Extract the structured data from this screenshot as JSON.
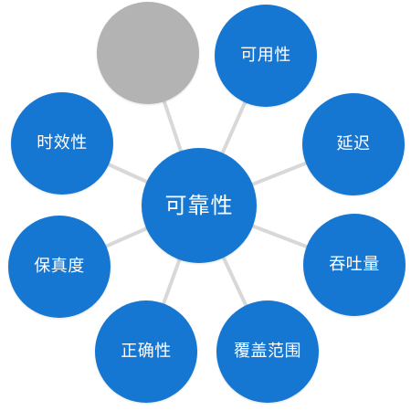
{
  "center": {
    "label": "可靠性",
    "color": "#1677d2"
  },
  "colors": {
    "node": "#1677d2",
    "empty_node": "#b3b3b3",
    "connector": "#d8d8d8"
  },
  "satellites": [
    {
      "id": "empty",
      "label": ""
    },
    {
      "id": "availability",
      "label": "可用性"
    },
    {
      "id": "latency",
      "label": "延迟"
    },
    {
      "id": "throughput",
      "label": "吞吐量"
    },
    {
      "id": "coverage",
      "label": "覆盖范围"
    },
    {
      "id": "correctness",
      "label": "正确性"
    },
    {
      "id": "fidelity",
      "label": "保真度"
    },
    {
      "id": "timeliness",
      "label": "时效性"
    }
  ]
}
